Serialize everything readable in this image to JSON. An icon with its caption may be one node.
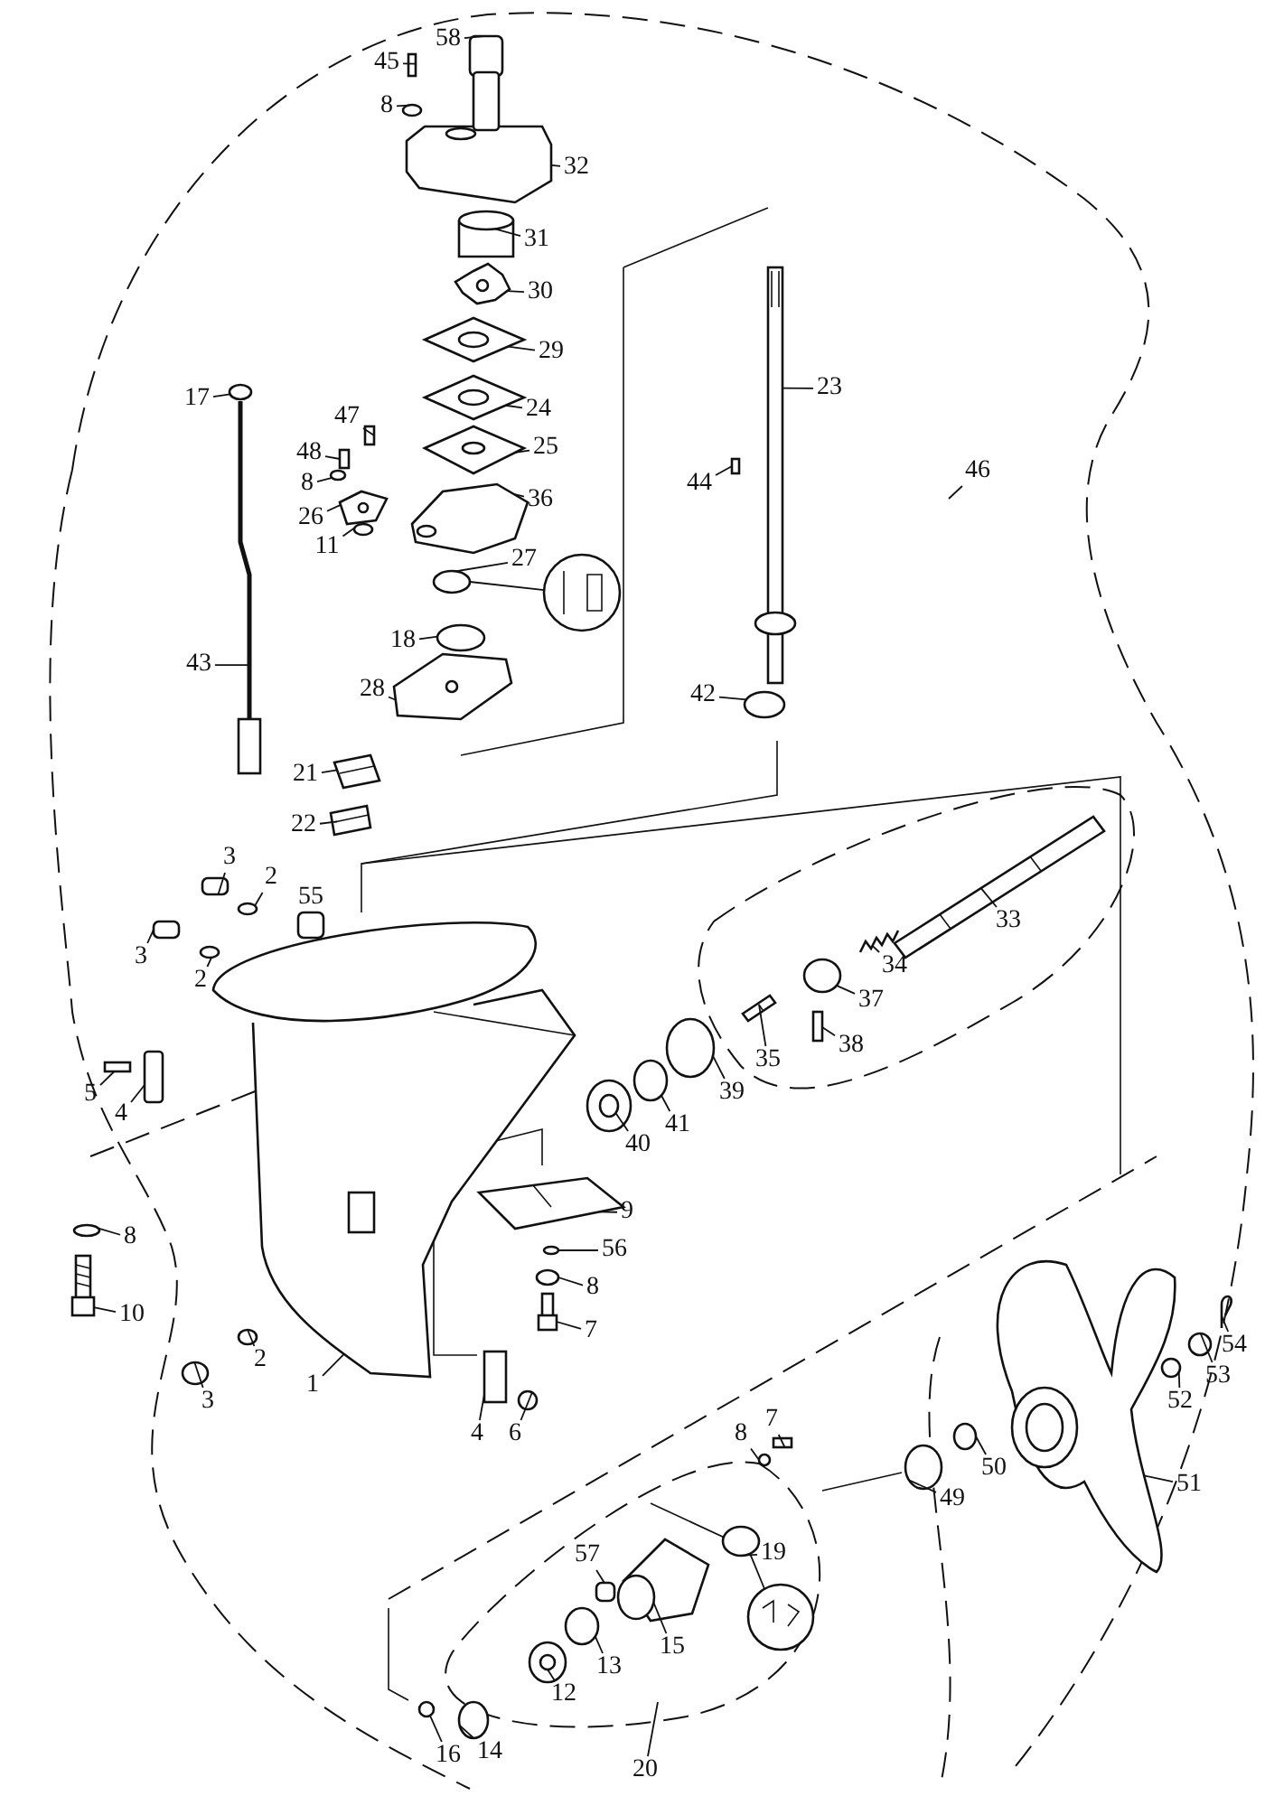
{
  "diagram": {
    "nodes": [
      {
        "text": [
          "58"
        ]
      },
      {
        "text": [
          "45"
        ]
      },
      {
        "text": [
          "8"
        ]
      },
      {
        "text": [
          "32"
        ]
      },
      {
        "text": [
          "31"
        ]
      },
      {
        "text": [
          "30"
        ]
      },
      {
        "text": [
          "29"
        ]
      },
      {
        "text": [
          "23"
        ]
      },
      {
        "text": [
          "17"
        ]
      },
      {
        "text": [
          "24"
        ]
      },
      {
        "text": [
          "47"
        ]
      },
      {
        "text": [
          "25"
        ]
      },
      {
        "text": [
          "48"
        ]
      },
      {
        "text": [
          "46"
        ]
      },
      {
        "text": [
          "44"
        ]
      },
      {
        "text": [
          "8"
        ]
      },
      {
        "text": [
          "36"
        ]
      },
      {
        "text": [
          "26"
        ]
      },
      {
        "text": [
          "11"
        ]
      },
      {
        "text": [
          "27"
        ]
      },
      {
        "text": [
          "18"
        ]
      },
      {
        "text": [
          "43"
        ]
      },
      {
        "text": [
          "28"
        ]
      },
      {
        "text": [
          "42"
        ]
      },
      {
        "text": [
          "21"
        ]
      },
      {
        "text": [
          "22"
        ]
      },
      {
        "text": [
          "3"
        ]
      },
      {
        "text": [
          "2"
        ]
      },
      {
        "text": [
          "33"
        ]
      },
      {
        "text": [
          "3"
        ]
      },
      {
        "text": [
          "34"
        ]
      },
      {
        "text": [
          "2"
        ]
      },
      {
        "text": [
          "37"
        ]
      },
      {
        "text": [
          "38"
        ]
      },
      {
        "text": [
          "35"
        ]
      },
      {
        "text": [
          "39"
        ]
      },
      {
        "text": [
          "5"
        ]
      },
      {
        "text": [
          "4"
        ]
      },
      {
        "text": [
          "41"
        ]
      },
      {
        "text": [
          "40"
        ]
      },
      {
        "text": [
          "9"
        ]
      },
      {
        "text": [
          "8"
        ]
      },
      {
        "text": [
          "56"
        ]
      },
      {
        "text": [
          "8"
        ]
      },
      {
        "text": [
          "10"
        ]
      },
      {
        "text": [
          "7"
        ]
      },
      {
        "text": [
          "2"
        ]
      },
      {
        "text": [
          "1"
        ]
      },
      {
        "text": [
          "54"
        ]
      },
      {
        "text": [
          "3"
        ]
      },
      {
        "text": [
          "52"
        ]
      },
      {
        "text": [
          "53"
        ]
      },
      {
        "text": [
          "7"
        ]
      },
      {
        "text": [
          "8"
        ]
      },
      {
        "text": [
          "4"
        ]
      },
      {
        "text": [
          "6"
        ]
      },
      {
        "text": [
          "51"
        ]
      },
      {
        "text": [
          "49"
        ]
      },
      {
        "text": [
          "50"
        ]
      },
      {
        "text": [
          "19"
        ]
      },
      {
        "text": [
          "57"
        ]
      },
      {
        "text": [
          "15"
        ]
      },
      {
        "text": [
          "13"
        ]
      },
      {
        "text": [
          "12"
        ]
      },
      {
        "text": [
          "14"
        ]
      },
      {
        "text": [
          "16"
        ]
      },
      {
        "text": [
          "20"
        ]
      },
      {
        "text": [],
        "shape": "box"
      },
      {
        "text": [],
        "shape": "box"
      },
      {
        "text": [],
        "shape": "circle"
      },
      {
        "text": [],
        "shape": "picture"
      },
      {
        "text": [],
        "shape": "cylinder"
      },
      {
        "text": [],
        "shape": "picture"
      },
      {
        "text": [],
        "shape": "picture"
      },
      {
        "text": [],
        "shape": "picture"
      },
      {
        "text": [],
        "shape": "circle"
      },
      {
        "text": [],
        "shape": "picture"
      },
      {
        "text": [],
        "shape": "box"
      },
      {
        "text": [],
        "shape": "picture"
      },
      {
        "text": [],
        "shape": "box"
      },
      {
        "text": [],
        "shape": "box"
      },
      {
        "text": [],
        "shape": "circle"
      },
      {
        "text": [],
        "shape": "picture"
      },
      {
        "text": [],
        "shape": "picture"
      },
      {
        "text": [],
        "shape": "circle"
      },
      {
        "text": [],
        "shape": "circle"
      },
      {
        "text": [],
        "shape": "circle"
      },
      {
        "text": [],
        "shape": "picture"
      },
      {
        "text": [],
        "shape": "picture"
      },
      {
        "text": [],
        "shape": "circle"
      },
      {
        "text": [],
        "shape": "picture"
      },
      {
        "text": [],
        "shape": "picture"
      },
      {
        "text": [],
        "shape": "box"
      },
      {
        "text": [],
        "shape": "circle"
      },
      {
        "text": [],
        "shape": "picture"
      },
      {
        "text": [],
        "shape": "box"
      },
      {
        "text": [],
        "shape": "picture"
      },
      {
        "text": [],
        "shape": "circle"
      },
      {
        "text": [],
        "shape": "circle"
      },
      {
        "text": [],
        "shape": "box"
      },
      {
        "text": [],
        "shape": "picture"
      },
      {
        "text": [],
        "shape": "circle"
      },
      {
        "text": [],
        "shape": "box"
      },
      {
        "text": [],
        "shape": "box"
      },
      {
        "text": [],
        "shape": "circle"
      },
      {
        "text": [],
        "shape": "picture"
      },
      {
        "text": [],
        "shape": "picture"
      },
      {
        "text": [],
        "shape": "circle"
      },
      {
        "text": [],
        "shape": "circle"
      },
      {
        "text": [],
        "shape": "circle"
      },
      {
        "text": [],
        "shape": "picture"
      },
      {
        "text": [],
        "shape": "picture"
      },
      {
        "text": [],
        "shape": "circle"
      },
      {
        "text": [],
        "shape": "picture"
      },
      {
        "text": [],
        "shape": "picture"
      },
      {
        "text": [],
        "shape": "circle"
      },
      {
        "text": [],
        "shape": "circle"
      },
      {
        "text": [],
        "shape": "circle"
      },
      {
        "text": [],
        "shape": "box"
      },
      {
        "text": [],
        "shape": "circle"
      },
      {
        "text": [],
        "shape": "box"
      },
      {
        "text": [],
        "shape": "circle"
      },
      {
        "text": [],
        "shape": "picture"
      },
      {
        "text": [],
        "shape": "circle"
      },
      {
        "text": [],
        "shape": "circle"
      },
      {
        "text": [],
        "shape": "circle"
      },
      {
        "text": [],
        "shape": "box"
      },
      {
        "text": [],
        "shape": "picture"
      },
      {
        "text": [],
        "shape": "circle"
      },
      {
        "text": [],
        "shape": "picture"
      },
      {
        "text": [],
        "shape": "circle"
      },
      {
        "text": [],
        "shape": "circle"
      },
      {
        "text": [],
        "shape": "picture"
      },
      {
        "text": [],
        "shape": "picture"
      }
    ],
    "edges": [
      {
        "from": 0,
        "to": 67,
        "arrow": "none"
      },
      {
        "from": 1,
        "to": 68,
        "arrow": "none"
      },
      {
        "from": 2,
        "to": 69,
        "arrow": "none"
      },
      {
        "from": 3,
        "to": 70,
        "arrow": "none"
      },
      {
        "from": 4,
        "to": 71,
        "arrow": "none"
      },
      {
        "from": 5,
        "to": 72,
        "arrow": "none"
      },
      {
        "from": 6,
        "to": 73,
        "arrow": "none"
      },
      {
        "from": 7,
        "to": 74,
        "arrow": "none"
      },
      {
        "from": 8,
        "to": 75,
        "arrow": "none"
      },
      {
        "from": 9,
        "to": 76,
        "arrow": "none"
      },
      {
        "from": 10,
        "to": 77,
        "arrow": "none"
      },
      {
        "from": 11,
        "to": 78,
        "arrow": "none"
      },
      {
        "from": 12,
        "to": 79,
        "arrow": "none"
      },
      {
        "from": 13,
        "to": null,
        "arrow": "none"
      },
      {
        "from": 14,
        "to": 80,
        "arrow": "none"
      },
      {
        "from": 15,
        "to": 81,
        "arrow": "none"
      },
      {
        "from": 16,
        "to": 82,
        "arrow": "none"
      },
      {
        "from": 17,
        "to": 83,
        "arrow": "none"
      },
      {
        "from": 18,
        "to": 84,
        "arrow": "none"
      },
      {
        "from": 19,
        "to": 85,
        "arrow": "none"
      },
      {
        "from": 20,
        "to": 86,
        "arrow": "none"
      },
      {
        "from": 21,
        "to": 87,
        "arrow": "none"
      },
      {
        "from": 22,
        "to": 88,
        "arrow": "none"
      },
      {
        "from": 23,
        "to": 89,
        "arrow": "none"
      },
      {
        "from": 24,
        "to": 90,
        "arrow": "none"
      },
      {
        "from": 25,
        "to": 91,
        "arrow": "none"
      },
      {
        "from": 26,
        "to": 92,
        "arrow": "none"
      },
      {
        "from": 27,
        "to": 93,
        "arrow": "none"
      },
      {
        "from": 28,
        "to": 94,
        "arrow": "none"
      },
      {
        "from": 29,
        "to": 95,
        "arrow": "none"
      },
      {
        "from": 30,
        "to": 96,
        "arrow": "none"
      },
      {
        "from": 31,
        "to": 97,
        "arrow": "none"
      },
      {
        "from": 32,
        "to": 98,
        "arrow": "none"
      },
      {
        "from": 33,
        "to": 99,
        "arrow": "none"
      },
      {
        "from": 34,
        "to": 100,
        "arrow": "none"
      },
      {
        "from": 35,
        "to": 101,
        "arrow": "none"
      },
      {
        "from": 36,
        "to": 102,
        "arrow": "none"
      },
      {
        "from": 37,
        "to": 103,
        "arrow": "none"
      },
      {
        "from": 38,
        "to": 104,
        "arrow": "none"
      },
      {
        "from": 39,
        "to": 105,
        "arrow": "none"
      },
      {
        "from": 40,
        "to": 106,
        "arrow": "none"
      },
      {
        "from": 41,
        "to": 107,
        "arrow": "none"
      },
      {
        "from": 42,
        "to": 108,
        "arrow": "none"
      },
      {
        "from": 43,
        "to": 109,
        "arrow": "none"
      },
      {
        "from": 44,
        "to": 110,
        "arrow": "none"
      },
      {
        "from": 45,
        "to": 111,
        "arrow": "none"
      },
      {
        "from": 46,
        "to": 112,
        "arrow": "none"
      },
      {
        "from": 47,
        "to": 113,
        "arrow": "none"
      },
      {
        "from": 48,
        "to": 114,
        "arrow": "none"
      },
      {
        "from": 49,
        "to": 115,
        "arrow": "none"
      },
      {
        "from": 50,
        "to": 116,
        "arrow": "none"
      },
      {
        "from": 51,
        "to": 117,
        "arrow": "none"
      },
      {
        "from": 52,
        "to": 118,
        "arrow": "none"
      },
      {
        "from": 53,
        "to": 119,
        "arrow": "none"
      },
      {
        "from": 54,
        "to": 120,
        "arrow": "none"
      },
      {
        "from": 55,
        "to": 121,
        "arrow": "none"
      },
      {
        "from": 56,
        "to": 122,
        "arrow": "none"
      },
      {
        "from": 57,
        "to": 123,
        "arrow": "none"
      },
      {
        "from": 58,
        "to": 124,
        "arrow": "none"
      },
      {
        "from": 59,
        "to": 125,
        "arrow": "none"
      },
      {
        "from": 60,
        "to": 126,
        "arrow": "none"
      },
      {
        "from": 61,
        "to": 127,
        "arrow": "none"
      },
      {
        "from": 62,
        "to": 128,
        "arrow": "none"
      },
      {
        "from": 63,
        "to": 129,
        "arrow": "none"
      },
      {
        "from": 64,
        "to": 130,
        "arrow": "none"
      },
      {
        "from": 65,
        "to": 131,
        "arrow": "none"
      },
      {
        "from": 66,
        "to": null,
        "arrow": "none"
      },
      {
        "from": 85,
        "to": 132,
        "arrow": "none"
      },
      {
        "from": 125,
        "to": 133,
        "arrow": "none"
      }
    ],
    "labels": [
      "55"
    ]
  }
}
